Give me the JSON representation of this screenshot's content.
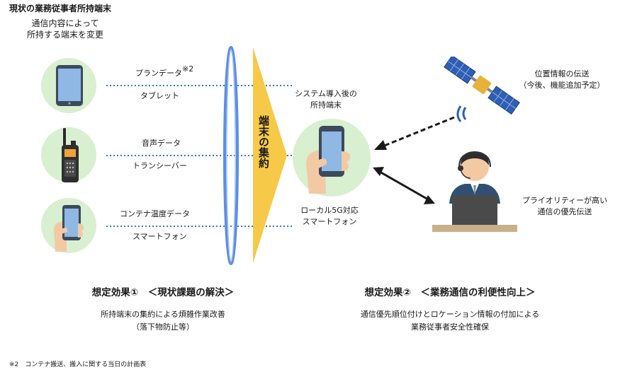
{
  "header": {
    "title": "現状の業務従事者所持端末",
    "subtitle_line1": "通信内容によって",
    "subtitle_line2": "所持する端末を変更"
  },
  "devices": [
    {
      "data_label": "プランデータ",
      "note_mark": "※2",
      "device_label": "タブレット"
    },
    {
      "data_label": "音声データ",
      "device_label": "トランシーバー"
    },
    {
      "data_label": "コンテナ温度データ",
      "device_label": "スマートフォン"
    }
  ],
  "aggregation": {
    "label": "端末の集約"
  },
  "after": {
    "caption_line1": "システム導入後の",
    "caption_line2": "所持端末",
    "device_line1": "ローカル5G対応",
    "device_line2": "スマートフォン"
  },
  "satellite": {
    "line1": "位置情報の伝送",
    "line2": "（今後、機能追加予定）"
  },
  "operator": {
    "line1": "プライオリティーが高い",
    "line2": "通信の優先伝送"
  },
  "effects": [
    {
      "title": "想定効果①　＜現状課題の解決＞",
      "line1": "所持端末の集約による煩雑作業改善",
      "line2": "（落下物防止等）"
    },
    {
      "title": "想定効果②　＜業務通信の利便性向上＞",
      "line1": "通信優先順位付けとロケーション情報の付加による",
      "line2": "業務従事者安全性確保"
    }
  ],
  "footnote": "※2　コンテナ搬送、搬入に関する当日の計画表",
  "colors": {
    "green_circle": "#d8efd0",
    "arrow_yellow": "#f7c948",
    "dotted_blue": "#3b78c4",
    "ellipse_blue": "#5b8ee6"
  }
}
